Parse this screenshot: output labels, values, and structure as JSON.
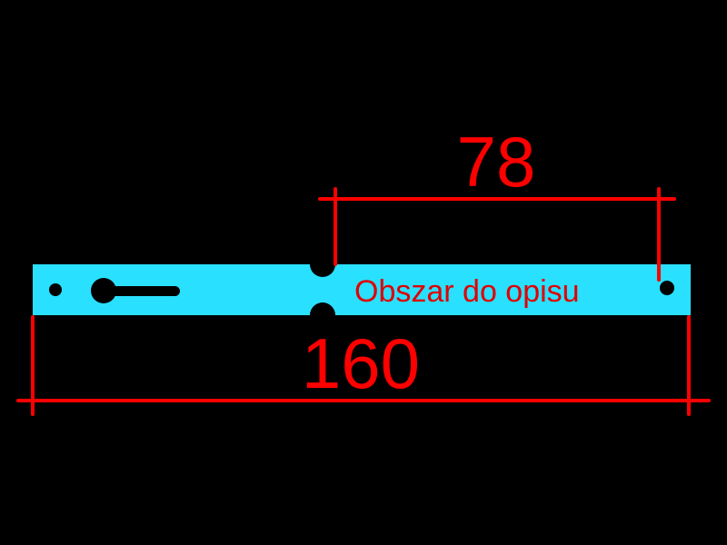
{
  "diagram": {
    "strip_label": "Obszar do opisu",
    "dimensions": {
      "partial": "78",
      "total": "160"
    },
    "colors": {
      "background": "#000000",
      "strip": "#29e0ff",
      "dimension": "#ff0000",
      "label": "#e00000"
    }
  }
}
